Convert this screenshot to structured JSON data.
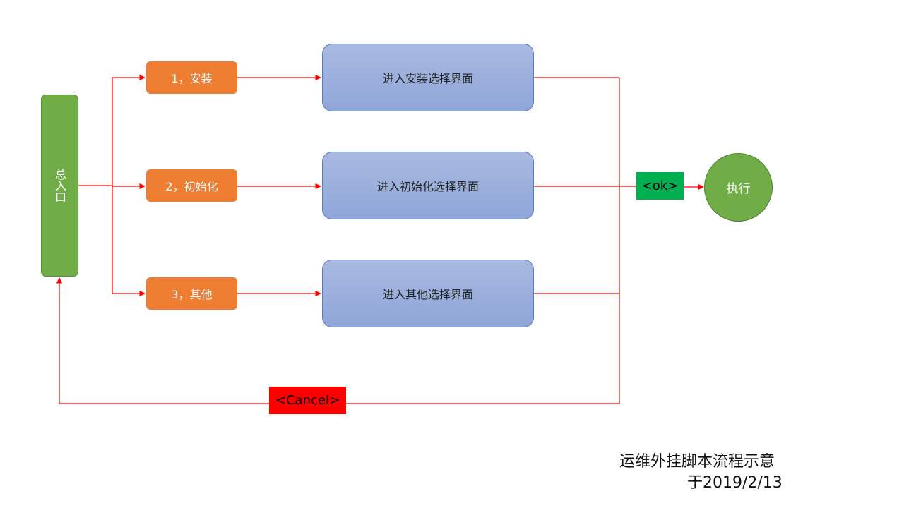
{
  "entry": {
    "label": "总入口"
  },
  "options": [
    {
      "label": "1，安装"
    },
    {
      "label": "2，初始化"
    },
    {
      "label": "3，其他"
    }
  ],
  "screens": [
    {
      "label": "进入安装选择界面"
    },
    {
      "label": "进入初始化选择界面"
    },
    {
      "label": "进入其他选择界面"
    }
  ],
  "actions": {
    "ok_label": "<ok>",
    "cancel_label": "<Cancel>",
    "execute_label": "执行"
  },
  "caption": {
    "title": "运维外挂脚本流程示意",
    "date": "于2019/2/13"
  },
  "colors": {
    "connector": "#ff0000",
    "entry_fill": "#70ad47",
    "option_fill": "#ed7d31",
    "screen_fill": "#8ea6d8",
    "ok_fill": "#00b050",
    "cancel_fill": "#ff0000"
  }
}
